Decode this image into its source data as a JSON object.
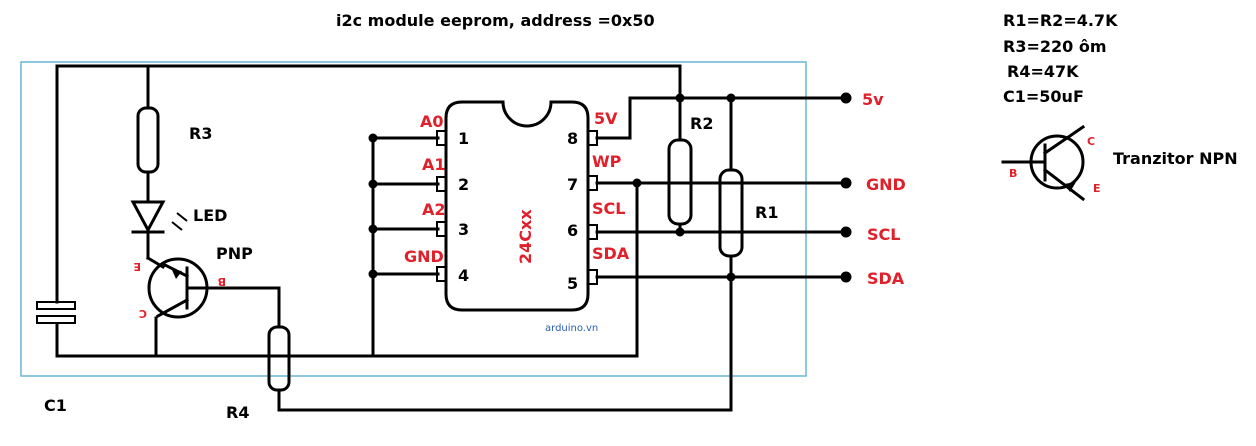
{
  "title": "i2c module eeprom, address =0x50",
  "watermark": "arduino.vn",
  "values": {
    "r1_r2": "R1=R2=4.7K",
    "r3": "R3=220 ôm",
    "r4": "R4=47K",
    "c1": "C1=50uF"
  },
  "npn": {
    "label": "Tranzitor NPN",
    "b": "B",
    "c": "C",
    "e": "E"
  },
  "chip": {
    "name": "24Cxx",
    "left_labels": [
      "A0",
      "A1",
      "A2",
      "GND"
    ],
    "left_pins": [
      "1",
      "2",
      "3",
      "4"
    ],
    "right_labels": [
      "5V",
      "WP",
      "SCL",
      "SDA"
    ],
    "right_pins": [
      "8",
      "7",
      "6",
      "5"
    ]
  },
  "outputs": [
    "5v",
    "GND",
    "SCL",
    "SDA"
  ],
  "components": {
    "r1": "R1",
    "r2": "R2",
    "r3": "R3",
    "r4": "R4",
    "c1": "C1",
    "led": "LED",
    "pnp": "PNP",
    "pnp_e": "E",
    "pnp_b": "B",
    "pnp_c": "C"
  },
  "colors": {
    "label_red": "#e0202a",
    "frame_blue": "#69b6d6",
    "watermark_blue": "#2a5fb8"
  }
}
